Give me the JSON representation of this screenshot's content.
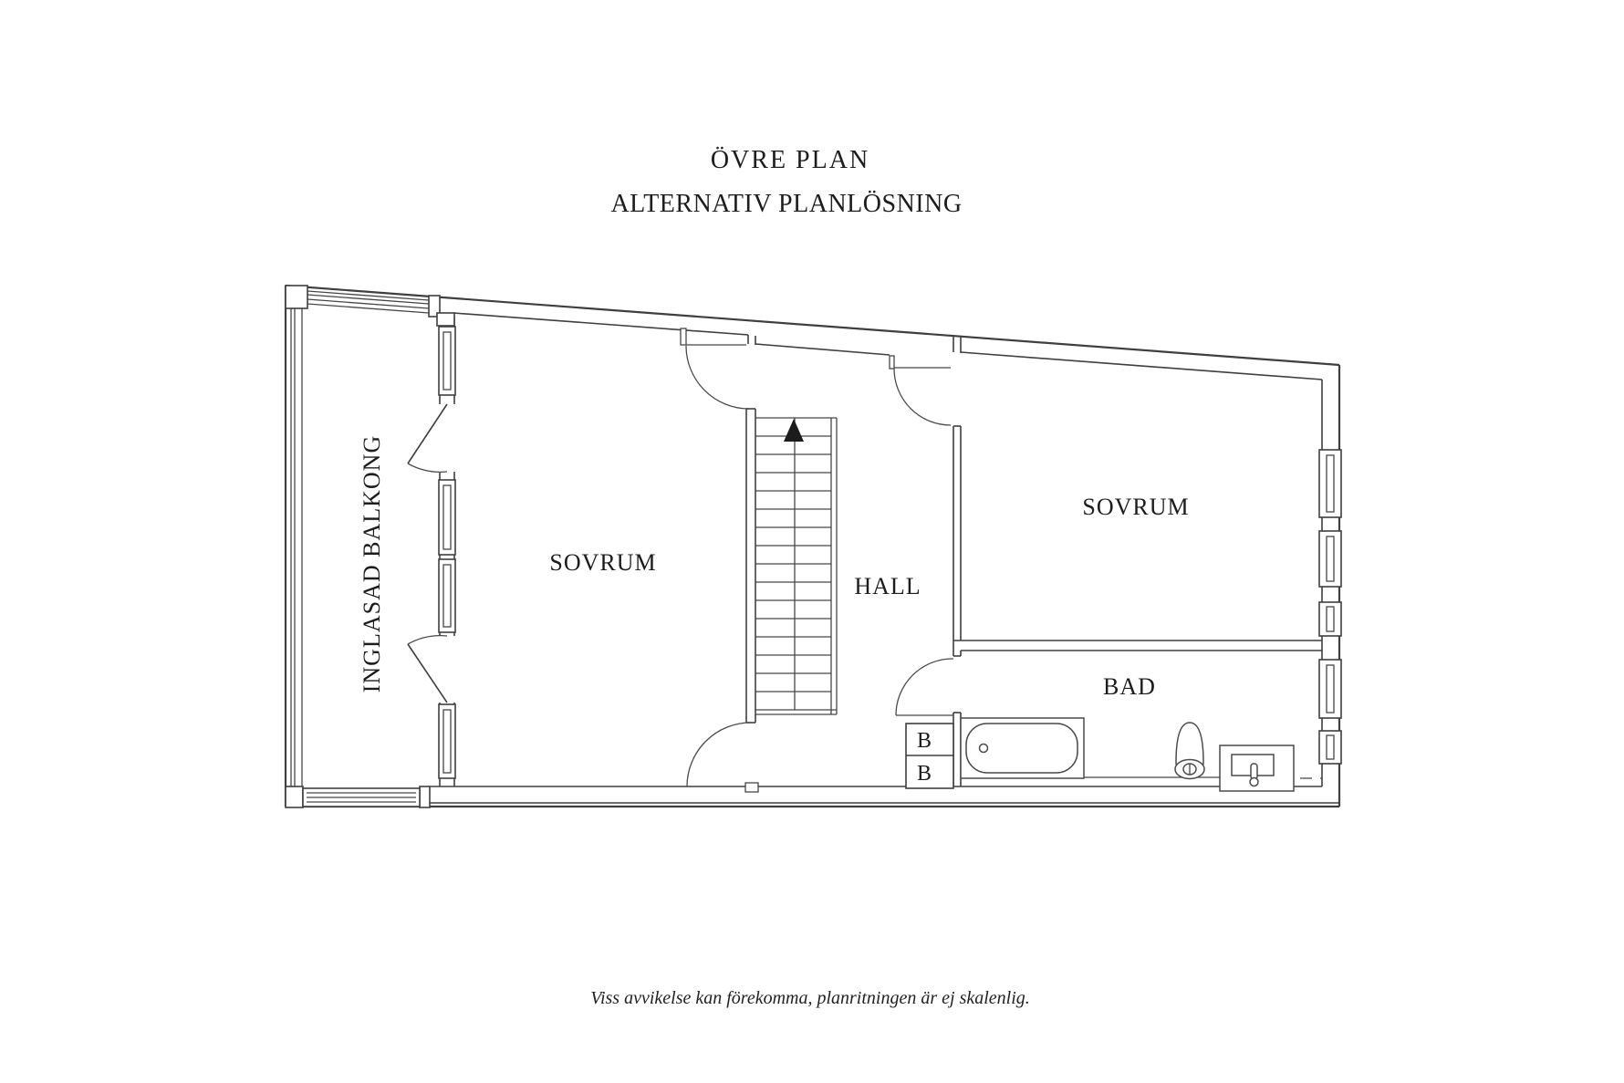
{
  "title": {
    "line1": "ÖVRE PLAN",
    "line2": "ALTERNATIV PLANLÖSNING"
  },
  "rooms": {
    "balcony": "INGLASAD BALKONG",
    "bedroom_left": "SOVRUM",
    "bedroom_right": "SOVRUM",
    "hall": "HALL",
    "bath": "BAD"
  },
  "closets": {
    "top": "B",
    "bottom": "B"
  },
  "footer": {
    "disclaimer": "Viss avvikelse kan förekomma, planritningen är ej skalenlig."
  },
  "colors": {
    "background": "#ffffff",
    "line": "#3f3f3f",
    "text": "#1d1d1d"
  }
}
